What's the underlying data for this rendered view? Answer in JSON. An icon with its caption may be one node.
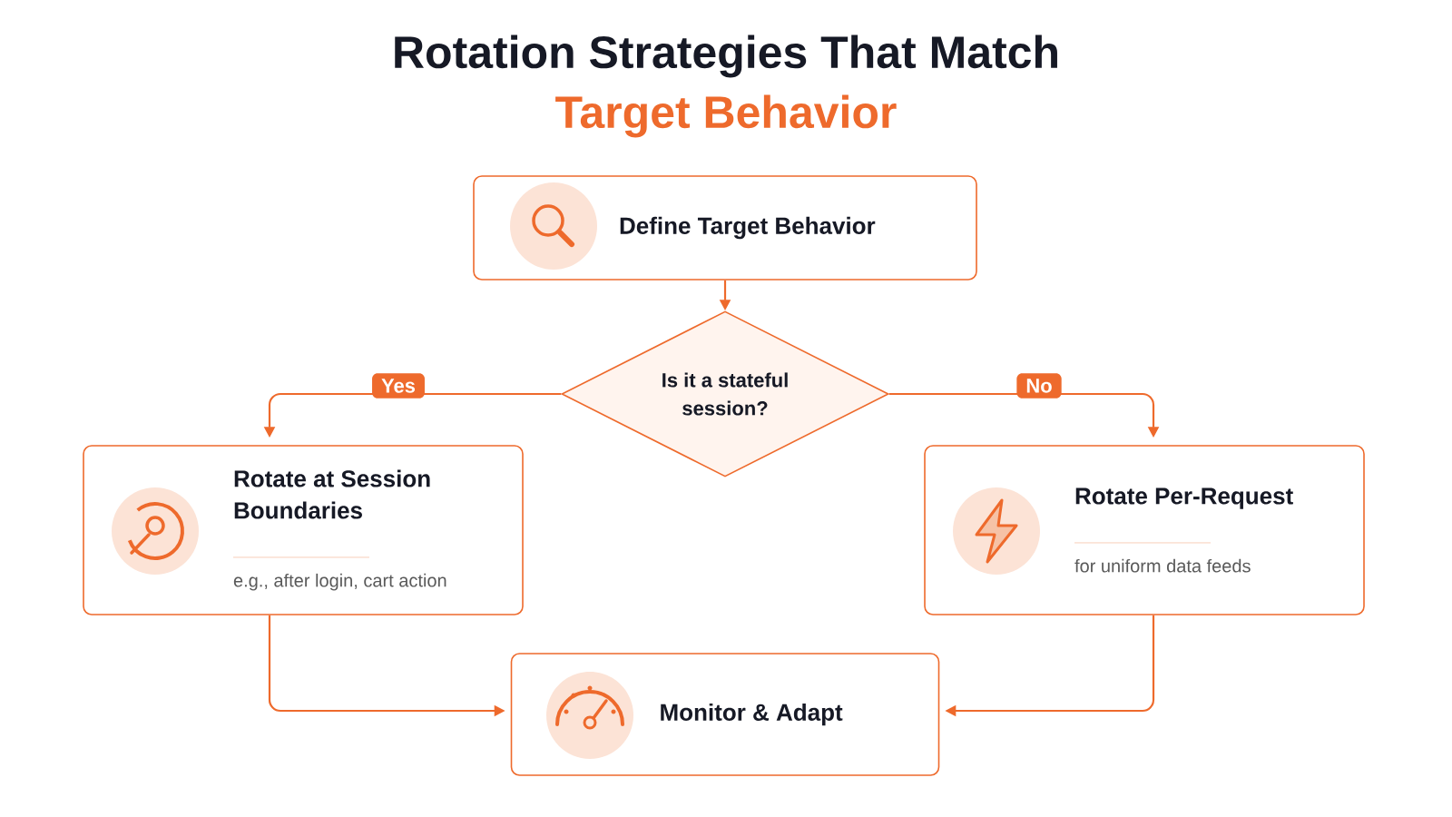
{
  "diagram": {
    "title": "Rotation Strategies That Match **Target Behavior**",
    "nodes": [
      {
        "text": [
          "Define Target Behavior"
        ]
      },
      {
        "text": [
          "Is it a stateful session?"
        ]
      },
      {
        "text": [
          "Rotate at Session Boundaries",
          "e.g., after login, cart action"
        ]
      },
      {
        "text": [
          "Rotate Per-Request",
          "for uniform data feeds"
        ]
      },
      {
        "text": [
          "Monitor & Adapt"
        ]
      }
    ],
    "edges": [
      {
        "from": 0,
        "to": 1,
        "arrow": "to"
      },
      {
        "from": 1,
        "to": 2,
        "arrow": "to",
        "label": "Yes"
      },
      {
        "from": 1,
        "to": 3,
        "arrow": "to",
        "label": "No"
      },
      {
        "from": 2,
        "to": 4,
        "arrow": "to"
      },
      {
        "from": 3,
        "to": 4,
        "arrow": "to"
      }
    ]
  }
}
